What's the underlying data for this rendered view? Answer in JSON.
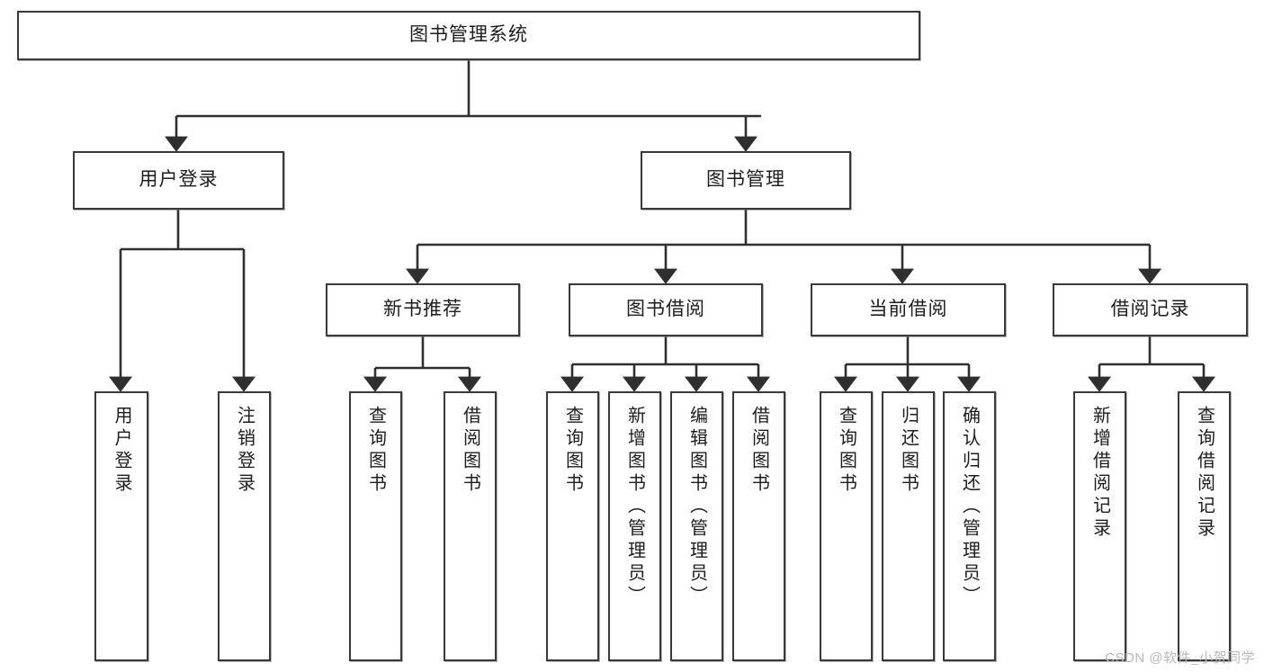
{
  "diagram": {
    "title_node": {
      "label": "图书管理系统"
    },
    "level2": [
      {
        "id": "user-login",
        "label": "用户登录"
      },
      {
        "id": "book-manage",
        "label": "图书管理"
      }
    ],
    "level3": [
      {
        "id": "new-book-recommend",
        "label": "新书推荐"
      },
      {
        "id": "book-borrow",
        "label": "图书借阅"
      },
      {
        "id": "current-borrow",
        "label": "当前借阅"
      },
      {
        "id": "borrow-record",
        "label": "借阅记录"
      }
    ],
    "leaves": {
      "user_login": [
        {
          "id": "leaf-user-login",
          "label": "用户登录"
        },
        {
          "id": "leaf-logout-login",
          "label": "注销登录"
        }
      ],
      "new_book_recommend": [
        {
          "id": "leaf-query-book-1",
          "label": "查询图书"
        },
        {
          "id": "leaf-borrow-book-1",
          "label": "借阅图书"
        }
      ],
      "book_borrow": [
        {
          "id": "leaf-query-book-2",
          "label": "查询图书"
        },
        {
          "id": "leaf-add-book",
          "label": "新增图书（管理员）"
        },
        {
          "id": "leaf-edit-book",
          "label": "编辑图书（管理员）"
        },
        {
          "id": "leaf-borrow-book-2",
          "label": "借阅图书"
        }
      ],
      "current_borrow": [
        {
          "id": "leaf-query-book-3",
          "label": "查询图书"
        },
        {
          "id": "leaf-return-book",
          "label": "归还图书"
        },
        {
          "id": "leaf-confirm-return",
          "label": "确认归还（管理员）"
        }
      ],
      "borrow_record": [
        {
          "id": "leaf-add-record",
          "label": "新增借阅记录"
        },
        {
          "id": "leaf-query-record",
          "label": "查询借阅记录"
        }
      ]
    }
  },
  "watermark": {
    "text": "CSDN @软件_小贺同学"
  },
  "colors": {
    "stroke": "#3a3a3a",
    "box_fill": "#ffffff",
    "text": "#1d1d1d",
    "watermark": "#b9b9b9"
  }
}
